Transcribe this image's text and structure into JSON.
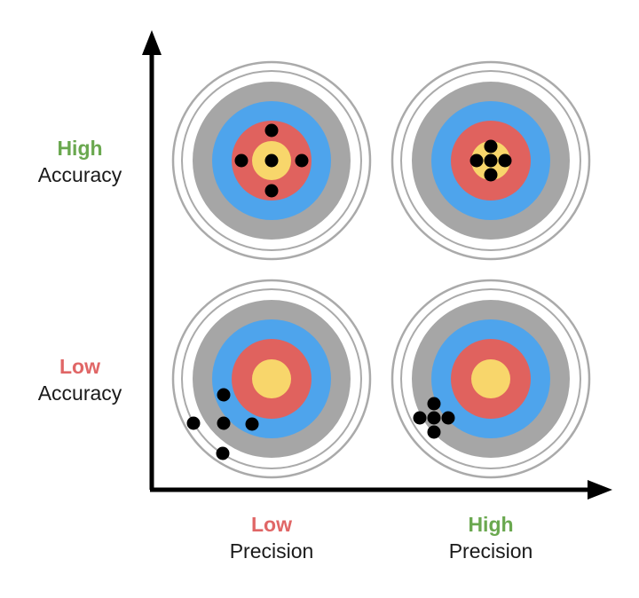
{
  "colors": {
    "good": "#6aa84f",
    "bad": "#e06666",
    "text": "#1a1a1a",
    "ring_outer": "#ffffff",
    "ring_outline": "#aaaaaa",
    "ring_gray": "#a6a6a6",
    "ring_blue": "#4ea4ec",
    "ring_red": "#e0625e",
    "ring_yellow": "#f8d66b",
    "shot": "#000000",
    "axis": "#000000"
  },
  "y_axis": {
    "high": {
      "strong": "High",
      "plain": "Accuracy"
    },
    "low": {
      "strong": "Low",
      "plain": "Accuracy"
    }
  },
  "x_axis": {
    "low": {
      "strong": "Low",
      "plain": "Precision"
    },
    "high": {
      "strong": "High",
      "plain": "Precision"
    }
  },
  "targets": [
    {
      "accuracy": "high",
      "precision": "low"
    },
    {
      "accuracy": "high",
      "precision": "high"
    },
    {
      "accuracy": "low",
      "precision": "low"
    },
    {
      "accuracy": "low",
      "precision": "high"
    }
  ]
}
